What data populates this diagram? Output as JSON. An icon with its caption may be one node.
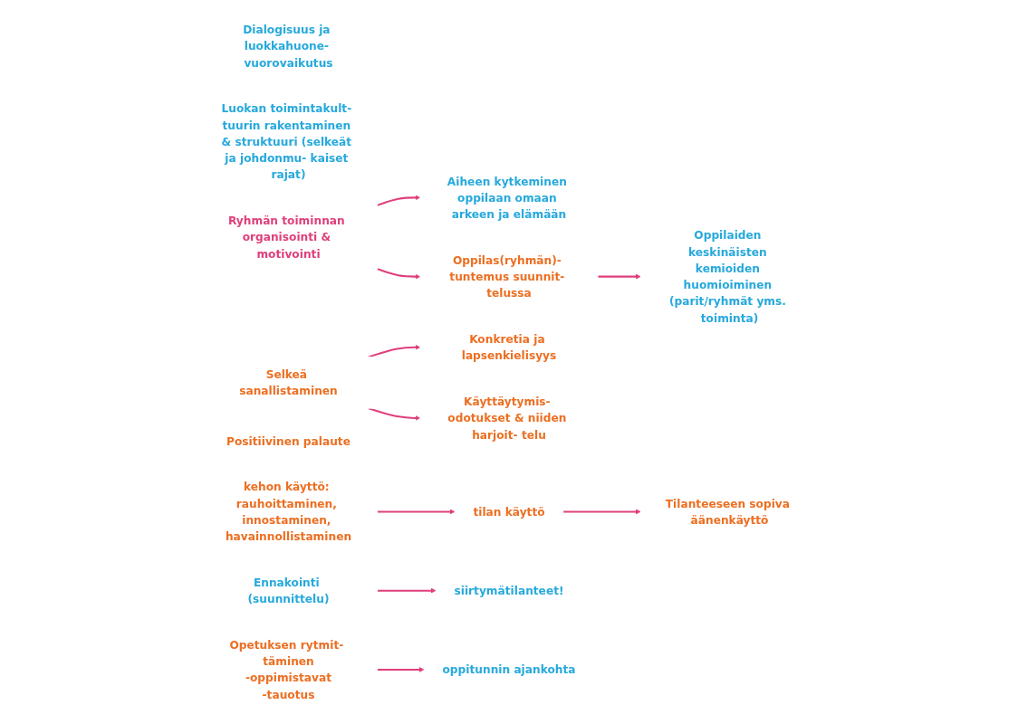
{
  "diagram": {
    "nodes": [
      {
        "text": [
          "Dialogisuus ja luokkahuone- vuorovaikutus"
        ]
      },
      {
        "text": [
          "Aiheen kytkeminen oppilaan omaan arkeen ja elämään"
        ]
      },
      {
        "text": [
          "Oppilas(ryhmän)- tuntemus suunnit- telussa"
        ]
      },
      {
        "text": [
          "Luokan toimintakult- tuurin rakentaminen & struktuuri (selkeät ja johdonmu- kaiset rajat)"
        ]
      },
      {
        "text": [
          "Ryhmän toiminnan organisointi & motivointi"
        ]
      },
      {
        "text": [
          "Oppilaiden keskinäisten kemioiden huomioiminen (parit/ryhmät yms. toiminta)"
        ]
      },
      {
        "text": [
          "Selkeä sanallistaminen"
        ]
      },
      {
        "text": [
          "Positiivinen palaute"
        ]
      },
      {
        "text": [
          "Konkretia ja lapsenkielisyys"
        ]
      },
      {
        "text": [
          "Käyttäytymis- odotukset & niiden harjoit- telu"
        ]
      },
      {
        "text": [
          "kehon käyttö: rauhoittaminen, innostaminen, havainnollistaminen"
        ]
      },
      {
        "text": [
          "tilan käyttö"
        ]
      },
      {
        "text": [
          "Opetuksen rytmit- täminen",
          "-oppimistavat",
          "-tauotus"
        ]
      },
      {
        "text": [
          "Ennakointi (suunnittelu)"
        ]
      },
      {
        "text": [
          "Tilanteeseen sopiva äänenkäyttö"
        ]
      },
      {
        "text": [
          "siirtymätilanteet!"
        ]
      },
      {
        "text": [
          "oppitunnin ajankohta"
        ]
      }
    ],
    "edges": [
      {
        "from": 4,
        "to": 2,
        "arrow": "to"
      },
      {
        "from": 2,
        "to": 5,
        "arrow": "to"
      },
      {
        "from": 4,
        "to": 1,
        "arrow": "to"
      },
      {
        "from": 6,
        "to": 9,
        "arrow": "to"
      },
      {
        "from": 6,
        "to": 8,
        "arrow": "to"
      },
      {
        "from": 10,
        "to": 11,
        "arrow": "to"
      },
      {
        "from": 11,
        "to": 14,
        "arrow": "to"
      },
      {
        "from": 12,
        "to": 16,
        "arrow": "to"
      },
      {
        "from": 13,
        "to": 15,
        "arrow": "to"
      }
    ]
  }
}
